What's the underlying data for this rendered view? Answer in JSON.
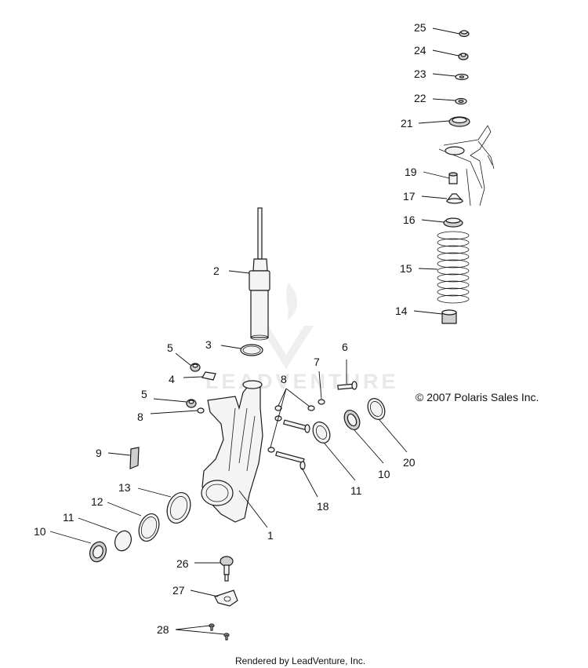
{
  "copyright": "© 2007 Polaris Sales Inc.",
  "footer": "Rendered by LeadVenture, Inc.",
  "watermark": {
    "text": "LEADVENTURE",
    "color": "#d6d6d6"
  },
  "callouts": [
    {
      "id": "c25",
      "label": "25"
    },
    {
      "id": "c24",
      "label": "24"
    },
    {
      "id": "c23",
      "label": "23"
    },
    {
      "id": "c22",
      "label": "22"
    },
    {
      "id": "c21",
      "label": "21"
    },
    {
      "id": "c19",
      "label": "19"
    },
    {
      "id": "c17",
      "label": "17"
    },
    {
      "id": "c16",
      "label": "16"
    },
    {
      "id": "c15",
      "label": "15"
    },
    {
      "id": "c14",
      "label": "14"
    },
    {
      "id": "c2",
      "label": "2"
    },
    {
      "id": "c3",
      "label": "3"
    },
    {
      "id": "c5a",
      "label": "5"
    },
    {
      "id": "c4",
      "label": "4"
    },
    {
      "id": "c6",
      "label": "6"
    },
    {
      "id": "c7",
      "label": "7"
    },
    {
      "id": "c8a",
      "label": "8"
    },
    {
      "id": "c5b",
      "label": "5"
    },
    {
      "id": "c8b",
      "label": "8"
    },
    {
      "id": "c9",
      "label": "9"
    },
    {
      "id": "c13",
      "label": "13"
    },
    {
      "id": "c12",
      "label": "12"
    },
    {
      "id": "c11a",
      "label": "11"
    },
    {
      "id": "c10a",
      "label": "10"
    },
    {
      "id": "c1",
      "label": "1"
    },
    {
      "id": "c18",
      "label": "18"
    },
    {
      "id": "c11b",
      "label": "11"
    },
    {
      "id": "c10b",
      "label": "10"
    },
    {
      "id": "c20",
      "label": "20"
    },
    {
      "id": "c26",
      "label": "26"
    },
    {
      "id": "c27",
      "label": "27"
    },
    {
      "id": "c28",
      "label": "28"
    }
  ]
}
